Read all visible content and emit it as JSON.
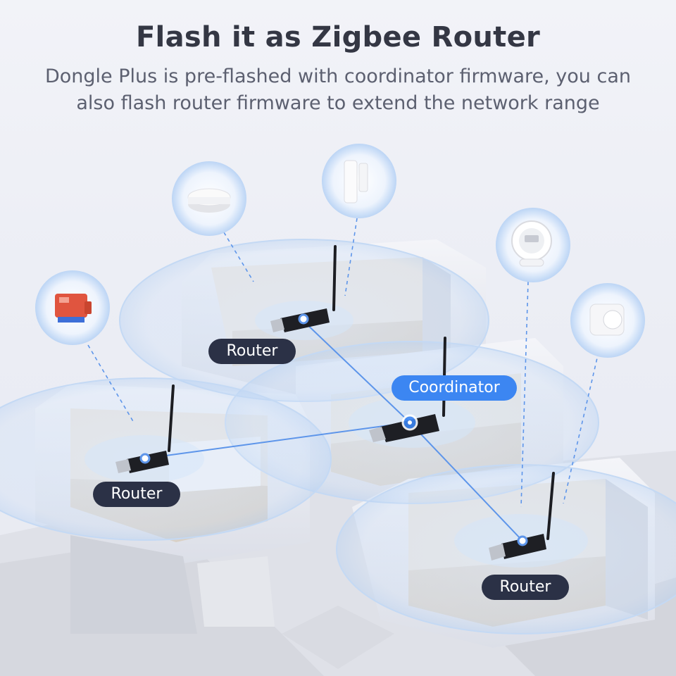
{
  "header": {
    "title": "Flash it as Zigbee Router",
    "subtitle_line1": "Dongle Plus is pre-flashed with coordinator firmware, you can",
    "subtitle_line2": "also flash router firmware to extend the network range"
  },
  "labels": {
    "router_top": "Router",
    "coordinator": "Coordinator",
    "router_left": "Router",
    "router_right": "Router"
  },
  "devices": [
    {
      "icon": "relay-module-icon"
    },
    {
      "icon": "hub-icon"
    },
    {
      "icon": "door-sensor-icon"
    },
    {
      "icon": "thermostat-icon"
    },
    {
      "icon": "motion-sensor-icon"
    }
  ],
  "colors": {
    "accent": "#3c86f2",
    "router_label": "#2b3146",
    "coverage": "#cfe0f7",
    "link": "#5d95ea"
  }
}
